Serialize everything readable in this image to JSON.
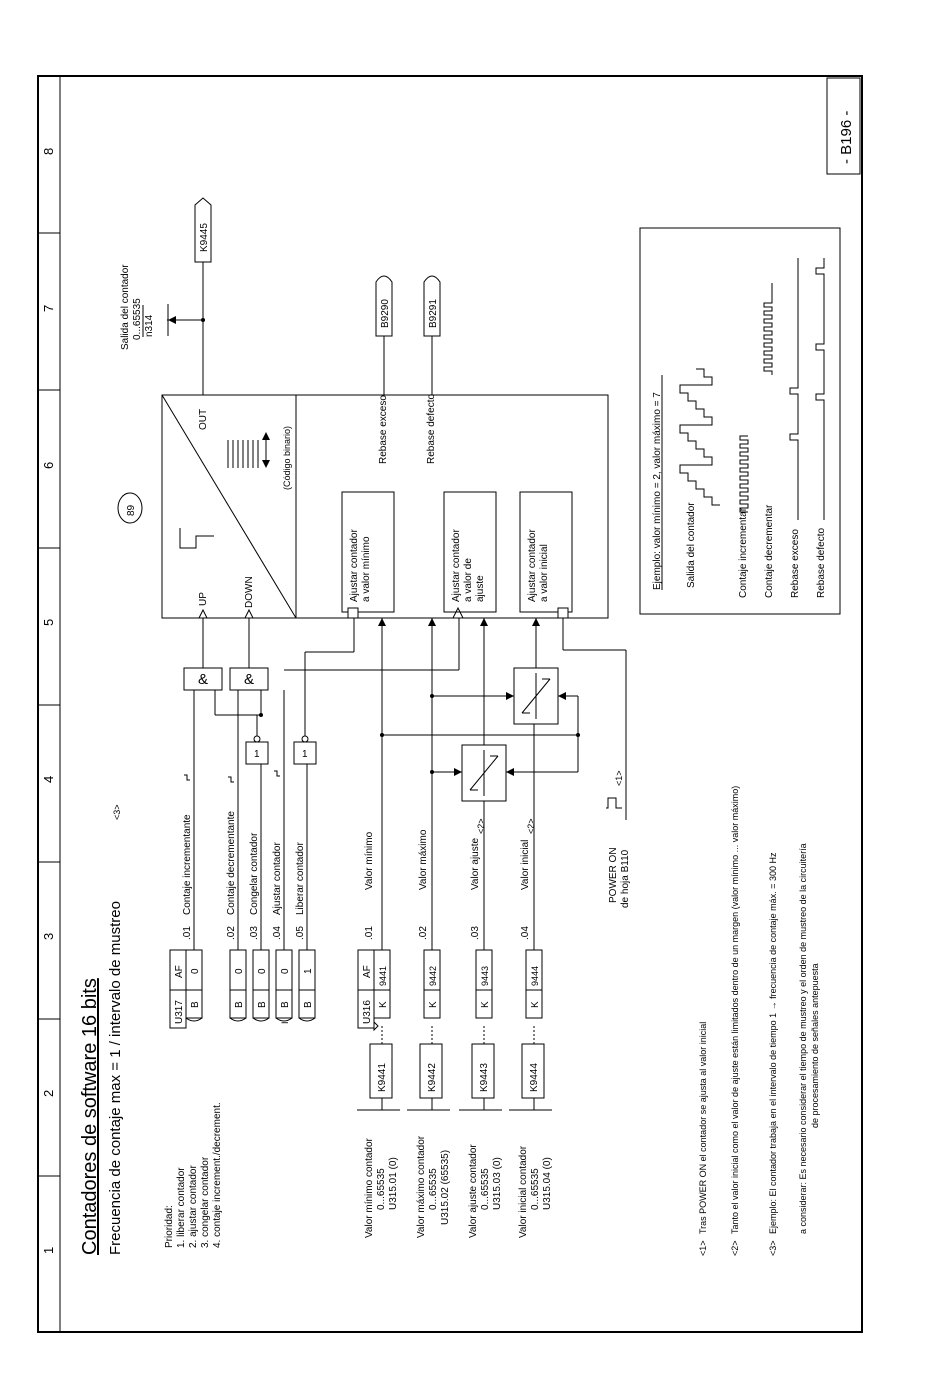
{
  "sheet": {
    "title": "Contadores de software 16 bits",
    "subtitle": "Frecuencia de contaje max = 1 / intervalo de mustreo",
    "subtitle_note": "<3>",
    "page_number": "- B196 -",
    "column_numbers": [
      "1",
      "2",
      "3",
      "4",
      "5",
      "6",
      "7",
      "8"
    ]
  },
  "priority": {
    "header": "Prioridad:",
    "items": [
      "1. liberar contador",
      "2. ajustar contador",
      "3. congelar contador",
      "4. contaje increment./decrement."
    ]
  },
  "parameters": {
    "u317": "U317",
    "af": "AF",
    "u316": "U316",
    "rows_b": [
      {
        "idx": ".01",
        "type": "B",
        "val": "0",
        "label": "Contaje incrementante"
      },
      {
        "idx": ".02",
        "type": "B",
        "val": "0",
        "label": "Contaje decrementante"
      },
      {
        "idx": ".03",
        "type": "B",
        "val": "0",
        "label": "Congelar contador"
      },
      {
        "idx": ".04",
        "type": "B",
        "val": "0",
        "label": "Ajustar contador"
      },
      {
        "idx": ".05",
        "type": "B",
        "val": "1",
        "label": "Liberar contador"
      }
    ],
    "rows_k": [
      {
        "idx": ".01",
        "type": "K",
        "val": "9441",
        "label": "Valor mínimo",
        "conn": "K9441",
        "desc1": "Valor mínimo contador",
        "desc2": "0...65535",
        "desc3": "U315.01 (0)"
      },
      {
        "idx": ".02",
        "type": "K",
        "val": "9442",
        "label": "Valor máximo",
        "conn": "K9442",
        "desc1": "Valor máximo contador",
        "desc2": "0...65535",
        "desc3": "U315.02 (65535)"
      },
      {
        "idx": ".03",
        "type": "K",
        "val": "9443",
        "label": "Valor ajuste",
        "conn": "K9443",
        "desc1": "Valor ajuste contador",
        "desc2": "0...65535",
        "desc3": "U315.03 (0)"
      },
      {
        "idx": ".04",
        "type": "K",
        "val": "9444",
        "label": "Valor inicial",
        "conn": "K9444",
        "desc1": "Valor inicial contador",
        "desc2": "0...65535",
        "desc3": "U315.04 (0)"
      }
    ]
  },
  "logic": {
    "and": "&",
    "not": "1",
    "ref2": "<2>",
    "ref2b": "<2>",
    "power_on": "POWER ON",
    "power_on_sub": "de hoja B110",
    "ref1": "<1>"
  },
  "counter": {
    "up": "UP",
    "down": "DOWN",
    "out": "OUT",
    "binary": "(Código binario)",
    "badge": "89",
    "set_min": [
      "Ajustar contador",
      "a valor mínimo"
    ],
    "set_val": [
      "Ajustar  contador",
      "a valor de",
      "ajuste"
    ],
    "set_init": [
      "Ajustar contador",
      "a valor inicial"
    ],
    "overflow": "Rebase exceso",
    "underflow": "Rebase defecto"
  },
  "outputs": {
    "k9445": "K9445",
    "b9290": "B9290",
    "b9291": "B9291",
    "out_label": "Salida del contador",
    "out_range": "0...65535",
    "out_param": "n314"
  },
  "example": {
    "title": "Ejemplo: valor mínimo = 2, valor máximo = 7",
    "row_out": "Salida del contador",
    "row_inc": "Contaje incrementar",
    "row_dec": "Contaje decrementar",
    "row_ov": "Rebase exceso",
    "row_un": "Rebase defecto"
  },
  "notes": {
    "n1_tag": "<1>",
    "n1": "Tras POWER ON el contador se ajusta al valor inicial",
    "n2_tag": "<2>",
    "n2": "Tanto el valor inicial como el valor de ajuste están limitados dentro de un margen (valor mínimo ... valor máximo)",
    "n3_tag": "<3>",
    "n3": "Ejemplo:   El contador trabaja en el intervalo de tiempo 1 → frecuencia de contaje máx. = 300 Hz",
    "n3b": "a considerar: Es necesario considerar el tiempo de mustreo y el orden de mustreo de la circuitería",
    "n3c": "de procesamiento de señales antepuesta"
  }
}
